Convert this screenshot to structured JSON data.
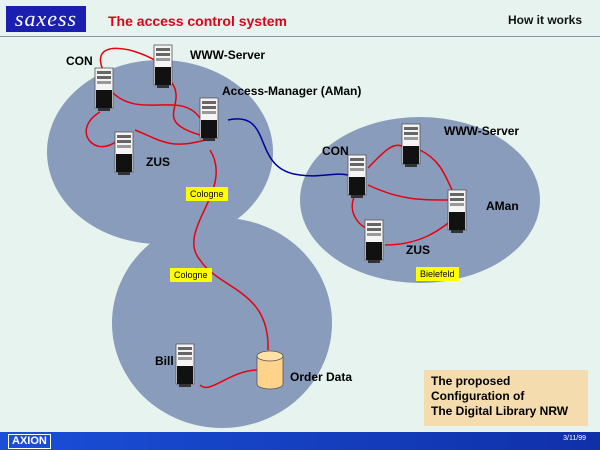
{
  "header": {
    "logo_text": "saxess",
    "title": "The access control system",
    "right_label": "How it works"
  },
  "labels": {
    "con_cologne": "CON",
    "www_cologne": "WWW-Server",
    "aman_cologne": "Access-Manager (AMan)",
    "zus_cologne": "ZUS",
    "con_bielefeld": "CON",
    "www_bielefeld": "WWW-Server",
    "aman_bielefeld": "AMan",
    "zus_bielefeld": "ZUS",
    "bill": "Bill",
    "order_data": "Order Data"
  },
  "location_tags": {
    "cologne_top": "Cologne",
    "cologne_bottom": "Cologne",
    "bielefeld": "Bielefeld"
  },
  "caption": {
    "line1": "The proposed",
    "line2": "Configuration of",
    "line3": "The Digital Library NRW"
  },
  "footer": {
    "logo_text": "AXION",
    "date": "3/11/99"
  },
  "colors": {
    "zone_fill": "#8a9cbb",
    "link_red": "#e8000f",
    "link_blue": "#00009a",
    "title_red": "#e0001b",
    "tag_yellow": "#ffff00",
    "caption_bg": "#f5dcaf"
  }
}
